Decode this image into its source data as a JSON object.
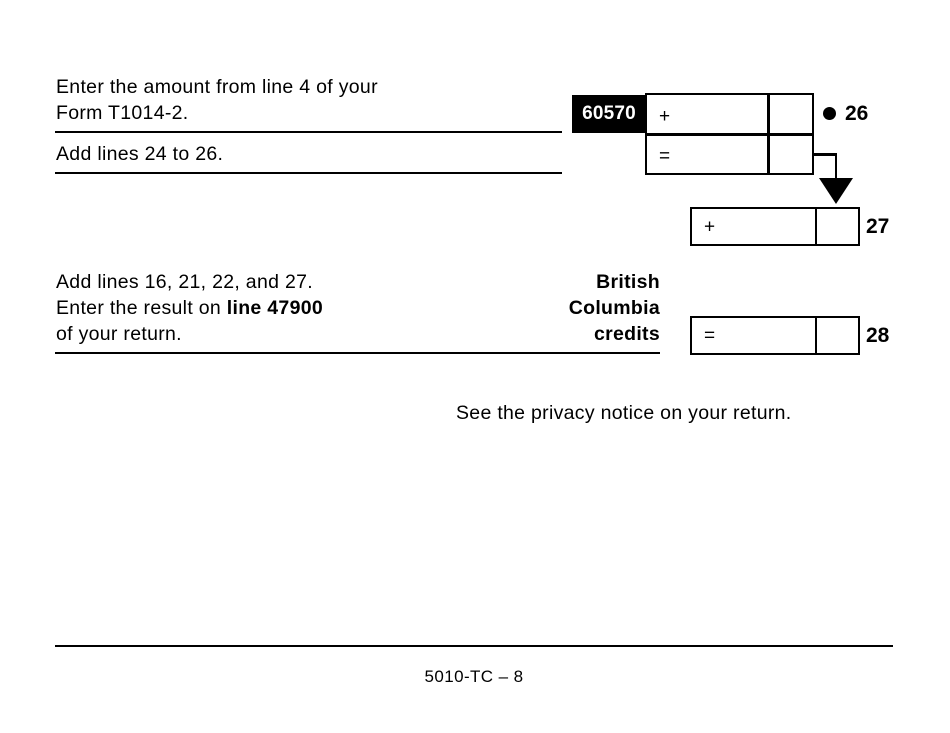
{
  "document": {
    "form_id": "5010-TC",
    "footer_label": "5010-TC – 8",
    "privacy_notice": "See the privacy notice on your return."
  },
  "sections": [
    {
      "id": "line-26",
      "instruction_line_1": "Enter the amount from line 4 of your",
      "instruction_line_2": "Form T1014-2.",
      "field_code": "60570",
      "operator": "+",
      "line_number": "26",
      "has_bullet": true
    },
    {
      "id": "line-subtotal",
      "instruction_line_1": "Add lines 24 to 26.",
      "operator": "="
    },
    {
      "id": "line-27",
      "operator": "+",
      "line_number": "27"
    },
    {
      "id": "line-28",
      "instruction_line_1": "Add lines 16, 21, 22, and 27.",
      "instruction_line_2_prefix": "Enter the result on ",
      "instruction_line_2_bold": "line 47900",
      "instruction_line_3": "of your return.",
      "credit_label_1": "British",
      "credit_label_2": "Columbia",
      "credit_label_3": "credits",
      "operator": "=",
      "line_number": "28"
    }
  ],
  "colors": {
    "ink": "#000000",
    "paper": "#ffffff",
    "code_tag_bg": "#000000",
    "code_tag_fg": "#ffffff"
  }
}
